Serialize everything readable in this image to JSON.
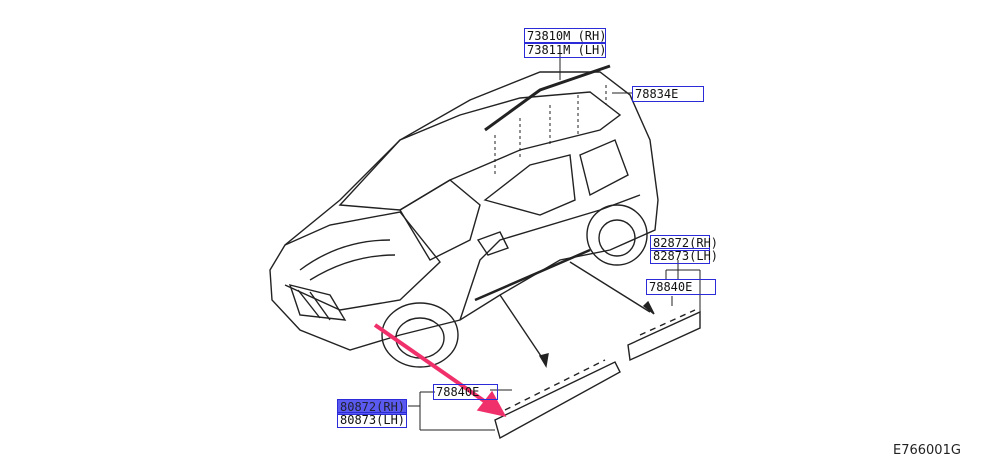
{
  "labels": {
    "roof_rh": "73810M (RH)",
    "roof_lh": "73811M (LH)",
    "clip_roof": "78834E",
    "rear_rh": "82872(RH)",
    "rear_lh": "82873(LH)",
    "clip_rear": "78840E",
    "clip_front": "78840E",
    "front_rh": "80872(RH)",
    "front_lh": "80873(LH)"
  },
  "caption": "E766001G",
  "colors": {
    "box": "#2b2bd8",
    "arrow": "#f0306a"
  }
}
